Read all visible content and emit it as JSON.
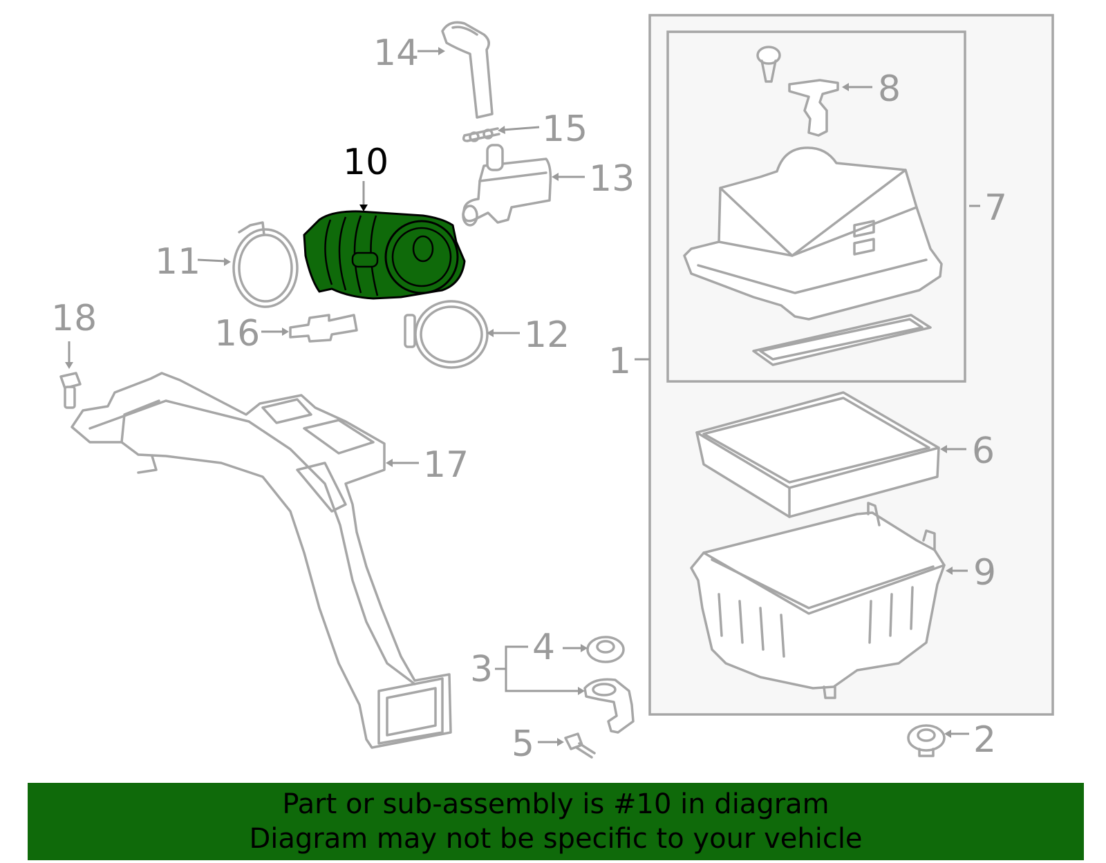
{
  "highlighted_part": "10",
  "callouts": [
    {
      "id": "c1",
      "label": "1"
    },
    {
      "id": "c2",
      "label": "2"
    },
    {
      "id": "c3",
      "label": "3"
    },
    {
      "id": "c4",
      "label": "4"
    },
    {
      "id": "c5",
      "label": "5"
    },
    {
      "id": "c6",
      "label": "6"
    },
    {
      "id": "c7",
      "label": "7"
    },
    {
      "id": "c8",
      "label": "8"
    },
    {
      "id": "c9",
      "label": "9"
    },
    {
      "id": "c10",
      "label": "10"
    },
    {
      "id": "c11",
      "label": "11"
    },
    {
      "id": "c12",
      "label": "12"
    },
    {
      "id": "c13",
      "label": "13"
    },
    {
      "id": "c14",
      "label": "14"
    },
    {
      "id": "c15",
      "label": "15"
    },
    {
      "id": "c16",
      "label": "16"
    },
    {
      "id": "c17",
      "label": "17"
    },
    {
      "id": "c18",
      "label": "18"
    }
  ],
  "banner": {
    "line1": "Part or sub-assembly is #10 in diagram",
    "line2": "Diagram may not be specific to your vehicle"
  },
  "colors": {
    "highlight_green": "#0f6a0a",
    "line_gray": "#a6a6a6",
    "label_gray": "#9a9a9a"
  }
}
